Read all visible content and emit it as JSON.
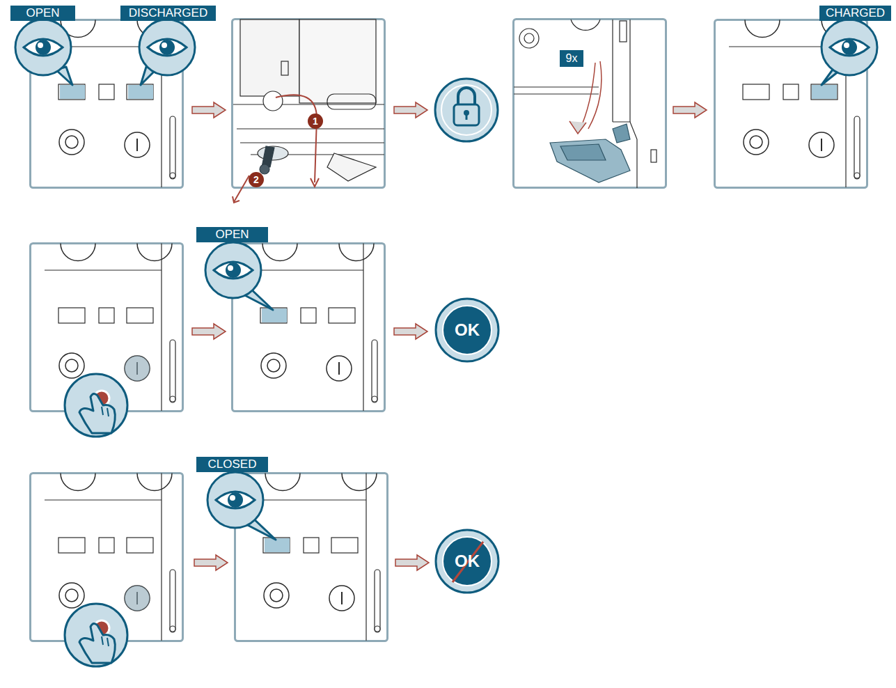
{
  "diagram": {
    "nodes": [
      {
        "text": [
          "OPEN"
        ]
      },
      {
        "text": [
          "DISCHARGED"
        ]
      },
      {
        "text": [
          "1"
        ]
      },
      {
        "text": [
          "2"
        ]
      },
      {
        "text": [
          "9x"
        ]
      },
      {
        "text": [
          "CHARGED"
        ]
      },
      {
        "text": [
          "OPEN"
        ]
      },
      {
        "text": [
          "OK"
        ]
      },
      {
        "text": [
          "CLOSED"
        ]
      },
      {
        "text": [
          "OK"
        ]
      }
    ]
  }
}
